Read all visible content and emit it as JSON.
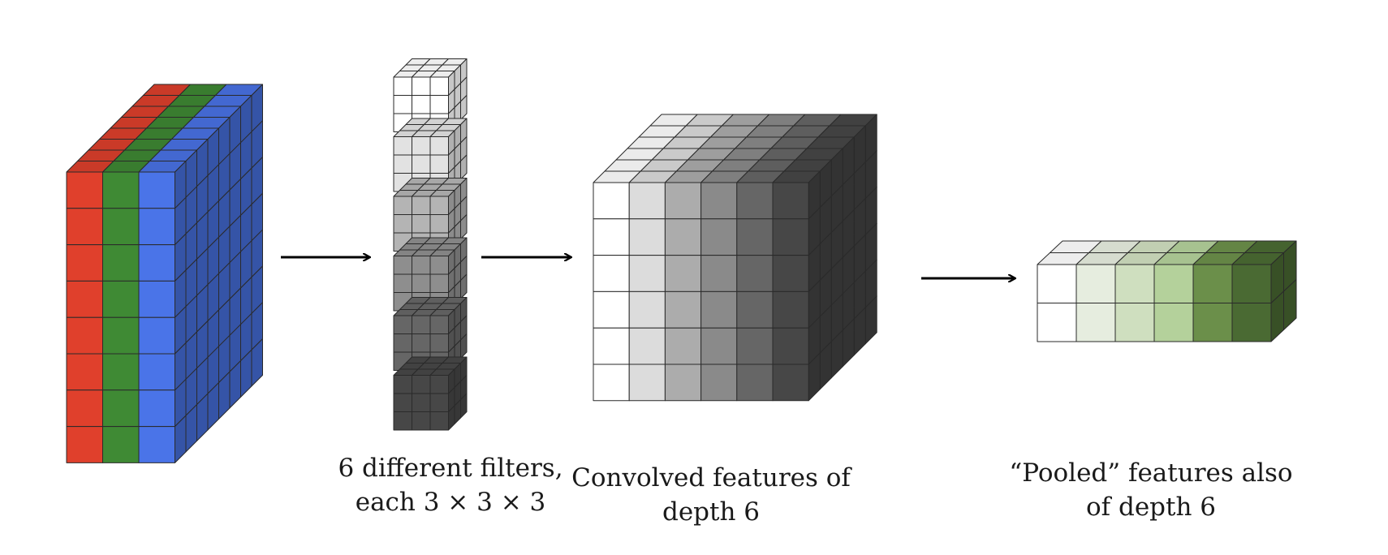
{
  "captions": {
    "filters": {
      "line1": "6 different filters,",
      "line2": "each 3 × 3 × 3"
    },
    "convolved": {
      "line1": "Convolved features of",
      "line2": "depth 6"
    },
    "pooled": {
      "line1": "“Pooled” features also",
      "line2": "of depth 6"
    }
  },
  "input_volume": {
    "channels": [
      "red",
      "green",
      "blue"
    ],
    "channel_colors": [
      "#e0402c",
      "#3f8a34",
      "#4a74e8"
    ],
    "rows": 8,
    "depth": 8
  },
  "filters": {
    "count": 6,
    "size": "3 × 3 × 3",
    "shades": [
      "#ffffff",
      "#e2e2e2",
      "#b4b4b4",
      "#8e8e8e",
      "#666666",
      "#474747"
    ]
  },
  "convolved": {
    "depth": 6,
    "rows": 6,
    "shades": [
      "#ffffff",
      "#dcdcdc",
      "#acacac",
      "#8a8a8a",
      "#666666",
      "#474747"
    ]
  },
  "pooled": {
    "depth": 6,
    "rows": 2,
    "shades": [
      "#ffffff",
      "#e6eddf",
      "#cfdfbf",
      "#b4d19b",
      "#6b8f4a",
      "#4a6a33"
    ]
  }
}
